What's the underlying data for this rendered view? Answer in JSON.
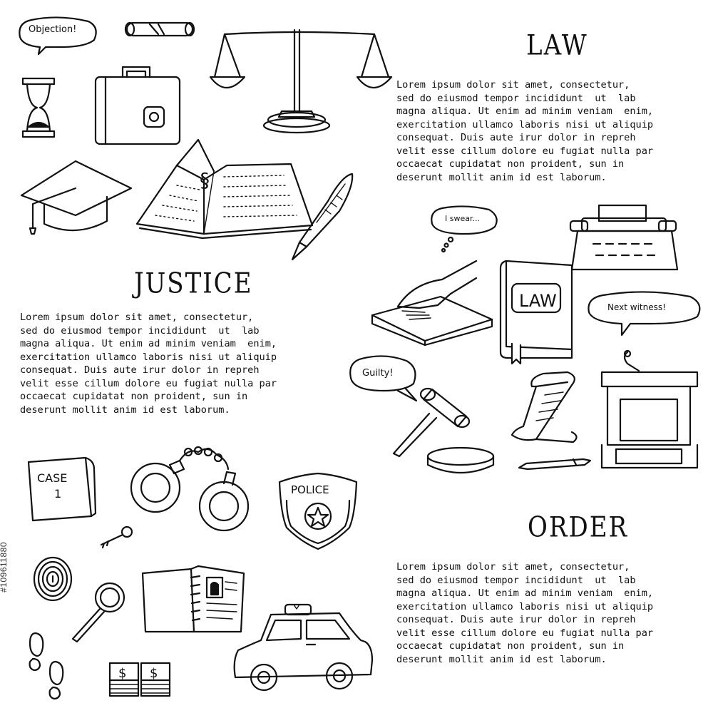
{
  "sections": {
    "law": {
      "title": "LAW",
      "paragraph": "Lorem ipsum dolor sit amet, consectetur,\nsed do eiusmod tempor incididunt  ut  lab\nmagna aliqua. Ut enim ad minim veniam  enim,\nexercitation ullamco laboris nisi ut aliquip\nconsequat. Duis aute irur dolor in repreh\nvelit esse cillum dolore eu fugiat nulla par\noccaecat cupidatat non proident, sun in\ndeserunt mollit anim id est laborum."
    },
    "justice": {
      "title": "JUSTICE",
      "paragraph": "Lorem ipsum dolor sit amet, consectetur,\nsed do eiusmod tempor incididunt  ut  lab\nmagna aliqua. Ut enim ad minim veniam  enim,\nexercitation ullamco laboris nisi ut aliquip\nconsequat. Duis aute irur dolor in repreh\nvelit esse cillum dolore eu fugiat nulla par\noccaecat cupidatat non proident, sun in\ndeserunt mollit anim id est laborum."
    },
    "order": {
      "title": "ORDER",
      "paragraph": "Lorem ipsum dolor sit amet, consectetur,\nsed do eiusmod tempor incididunt  ut  lab\nmagna aliqua. Ut enim ad minim veniam  enim,\nexercitation ullamco laboris nisi ut aliquip\nconsequat. Duis aute irur dolor in repreh\nvelit esse cillum dolore eu fugiat nulla par\noccaecat cupidatat non proident, sun in\ndeserunt mollit anim id est laborum."
    }
  },
  "bubbles": {
    "objection": "Objection!",
    "i_swear": "I swear...",
    "next_witness": "Next witness!",
    "guilty": "Guilty!"
  },
  "labels": {
    "book_law": "LAW",
    "case_line1": "CASE",
    "case_line2": "1",
    "police": "POLICE",
    "money_symbol": "$"
  },
  "watermark": "#109611880",
  "icons": [
    "speech-bubble-icon",
    "diploma-scroll-icon",
    "scales-of-justice-icon",
    "hourglass-icon",
    "briefcase-icon",
    "graduation-cap-icon",
    "open-law-book-icon",
    "quill-pen-icon",
    "typewriter-icon",
    "hand-on-book-icon",
    "law-book-icon",
    "gavel-icon",
    "scroll-icon",
    "podium-icon",
    "pen-icon",
    "case-folder-icon",
    "handcuffs-icon",
    "key-icon",
    "police-badge-icon",
    "fingerprint-icon",
    "magnifier-icon",
    "footprints-icon",
    "notebook-icon",
    "police-car-icon",
    "money-stack-icon"
  ],
  "colors": {
    "ink": "#111111",
    "background": "#ffffff"
  }
}
